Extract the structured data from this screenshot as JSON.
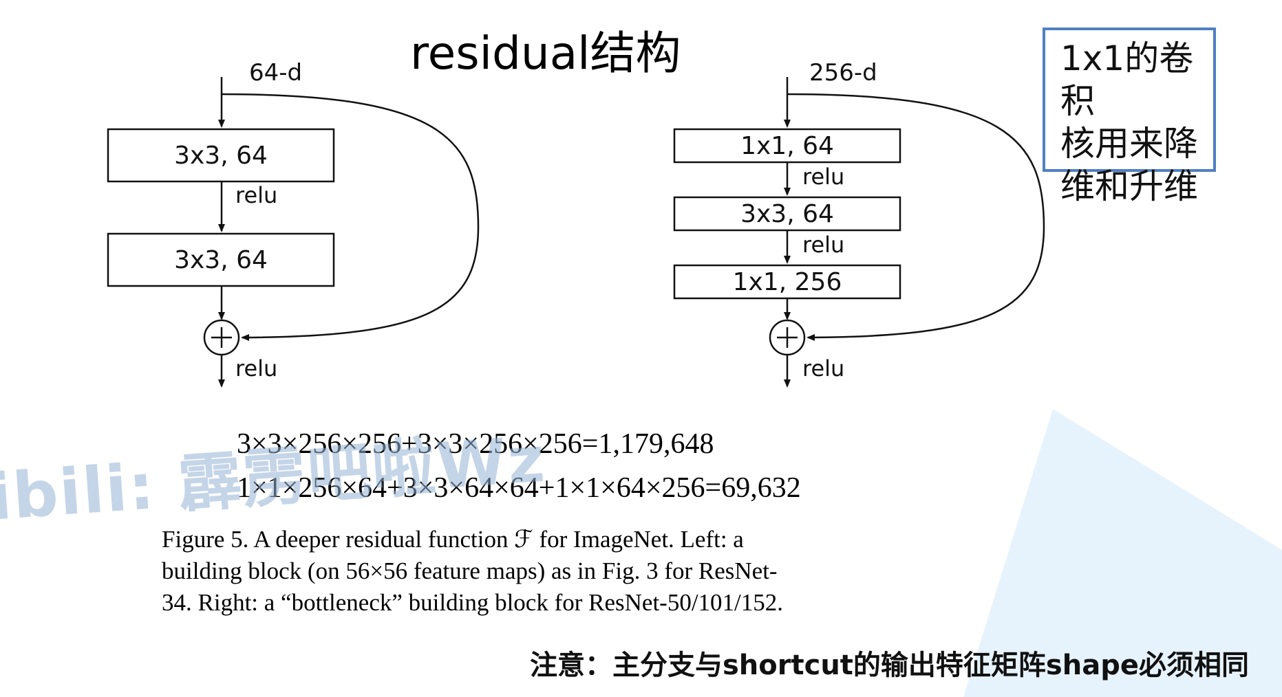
{
  "title": "residual结构",
  "left_block": {
    "input_label": "64-d",
    "layers": [
      "3x3, 64",
      "3x3, 64"
    ],
    "relu_labels": [
      "relu",
      "relu"
    ]
  },
  "right_block": {
    "input_label": "256-d",
    "layers": [
      "1x1, 64",
      "3x3, 64",
      "1x1, 256"
    ],
    "relu_labels": [
      "relu",
      "relu",
      "relu"
    ]
  },
  "note_box": {
    "lines": [
      "1x1的卷积",
      "核用来降",
      "维和升维"
    ]
  },
  "formulas": [
    "3×3×256×256+3×3×256×256=1,179,648",
    "1×1×256×64+3×3×64×64+1×1×64×256=69,632"
  ],
  "watermark": "ibili:  霹雳吧啦Wz",
  "caption": {
    "lines": [
      "Figure 5. A deeper residual function ℱ for ImageNet.  Left: a",
      "building block (on 56×56 feature maps) as in Fig. 3 for ResNet-",
      "34. Right: a “bottleneck” building block for ResNet-50/101/152."
    ]
  },
  "bottom_note": "注意：主分支与shortcut的输出特征矩阵shape必须相同",
  "colors": {
    "note_border": "#4f7fc1",
    "watermark": "#96b2d6",
    "background_triangle": "#e3f1fb"
  }
}
